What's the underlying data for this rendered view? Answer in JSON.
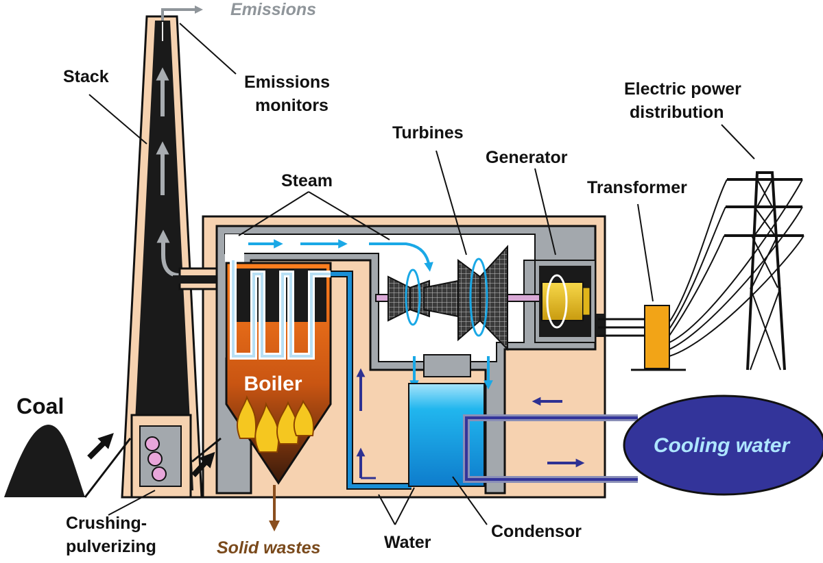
{
  "labels": {
    "emissions": "Emissions",
    "stack": "Stack",
    "emissions_monitors_line1": "Emissions",
    "emissions_monitors_line2": "monitors",
    "electric_line1": "Electric power",
    "electric_line2": "distribution",
    "turbines": "Turbines",
    "generator": "Generator",
    "steam": "Steam",
    "transformer": "Transformer",
    "coal": "Coal",
    "boiler": "Boiler",
    "cooling_water": "Cooling water",
    "crushing_line1": "Crushing-",
    "crushing_line2": "pulverizing",
    "solid_wastes": "Solid wastes",
    "water": "Water",
    "condensor": "Condensor"
  },
  "colors": {
    "building": "#f6d2b0",
    "building_wall": "#a3a8ad",
    "stack_core": "#1a1a1a",
    "steam_flow": "#1aa8e6",
    "hot_water": "#1a8fd6",
    "condenser_water": "#1cb0ea",
    "generator": "#f2c21a",
    "cooling_water": "#33349a",
    "cooling_text": "#aee6ff",
    "emissions_text": "#8f959a",
    "solid_wastes_text": "#7a4a1c",
    "flame": "#f5c720",
    "flow_arrow_dark": "#2e3192"
  }
}
